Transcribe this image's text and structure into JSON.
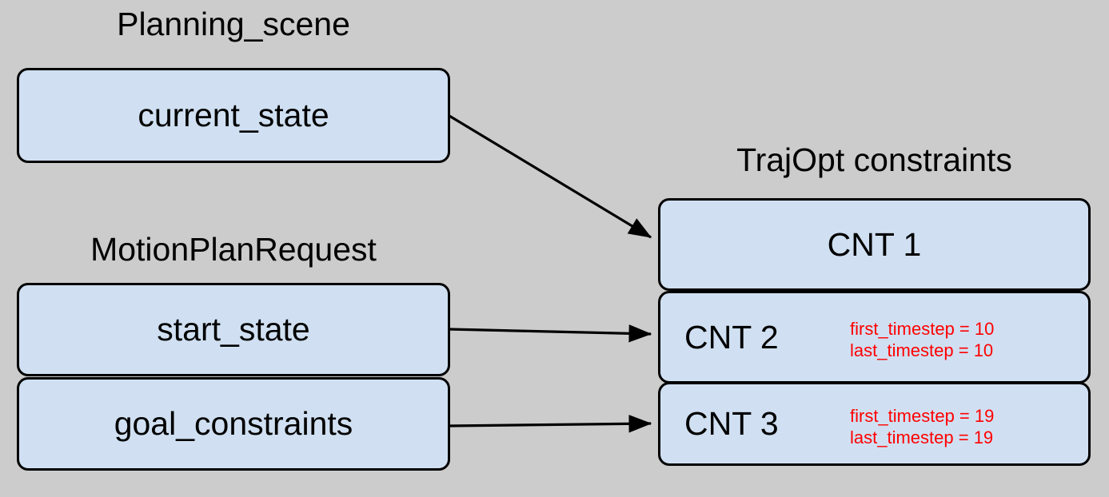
{
  "diagram": {
    "background_color": "#cccccc",
    "node_fill_color": "#d0e0f2",
    "node_border_color": "#000000",
    "annotation_color": "#ff0000",
    "groups": [
      {
        "id": "planning-scene",
        "label": "Planning_scene",
        "nodes": [
          {
            "id": "current-state",
            "label": "current_state"
          }
        ]
      },
      {
        "id": "motion-plan-request",
        "label": "MotionPlanRequest",
        "nodes": [
          {
            "id": "start-state",
            "label": "start_state"
          },
          {
            "id": "goal-constraints",
            "label": "goal_constraints"
          }
        ]
      },
      {
        "id": "trajopt-constraints",
        "label": "TrajOpt constraints",
        "nodes": [
          {
            "id": "cnt-1",
            "label": "CNT 1",
            "annotations": []
          },
          {
            "id": "cnt-2",
            "label": "CNT 2",
            "annotations": [
              "first_timestep = 10",
              "last_timestep = 10"
            ]
          },
          {
            "id": "cnt-3",
            "label": "CNT 3",
            "annotations": [
              "first_timestep = 19",
              "last_timestep = 19"
            ]
          }
        ]
      }
    ],
    "edges": [
      {
        "id": "edge-current-state-to-cnt-1",
        "from": "current_state",
        "to": "CNT 1"
      },
      {
        "id": "edge-start-state-to-cnt-2",
        "from": "start_state",
        "to": "CNT 2"
      },
      {
        "id": "edge-goal-constraints-to-cnt-3",
        "from": "goal_constraints",
        "to": "CNT 3"
      }
    ]
  }
}
